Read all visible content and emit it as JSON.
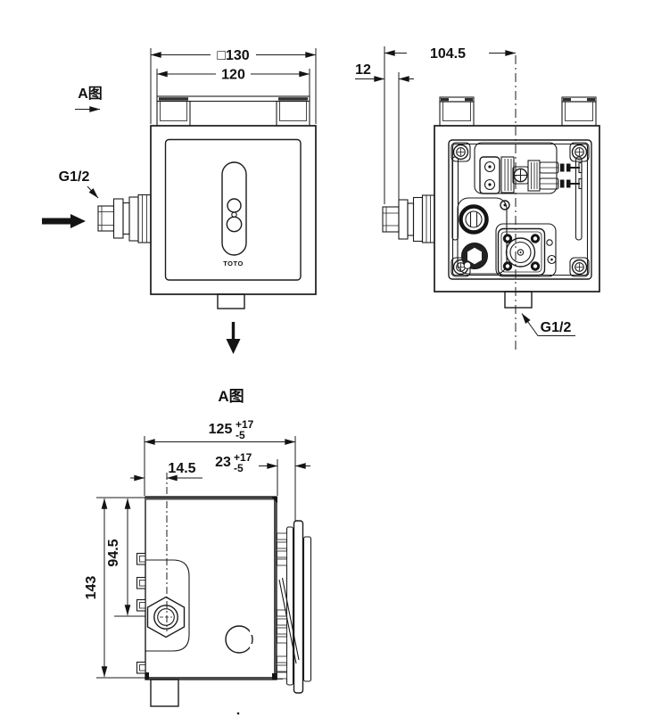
{
  "drawing": {
    "description": "TOTO concealed sensor flush valve installation dimension drawing",
    "colors": {
      "line": "#1b1b1b",
      "background": "#ffffff",
      "thick_edge": "#4b4b4b"
    },
    "front": {
      "view_label": "A图",
      "dim_width_outer": "□130",
      "dim_width_inner": "120",
      "inlet_label": "G1/2",
      "brand": "TOTO"
    },
    "back": {
      "dim_offset": "12",
      "dim_center": "104.5",
      "outlet_label": "G1/2"
    },
    "side_a": {
      "title": "A图",
      "dim_depth": "125",
      "dim_depth_tol_plus": "+17",
      "dim_depth_tol_minus": "-5",
      "dim_plate": "23",
      "dim_plate_tol_plus": "+17",
      "dim_plate_tol_minus": "-5",
      "dim_inlet_offset": "14.5",
      "dim_inlet_height": "94.5",
      "dim_height": "143"
    }
  }
}
